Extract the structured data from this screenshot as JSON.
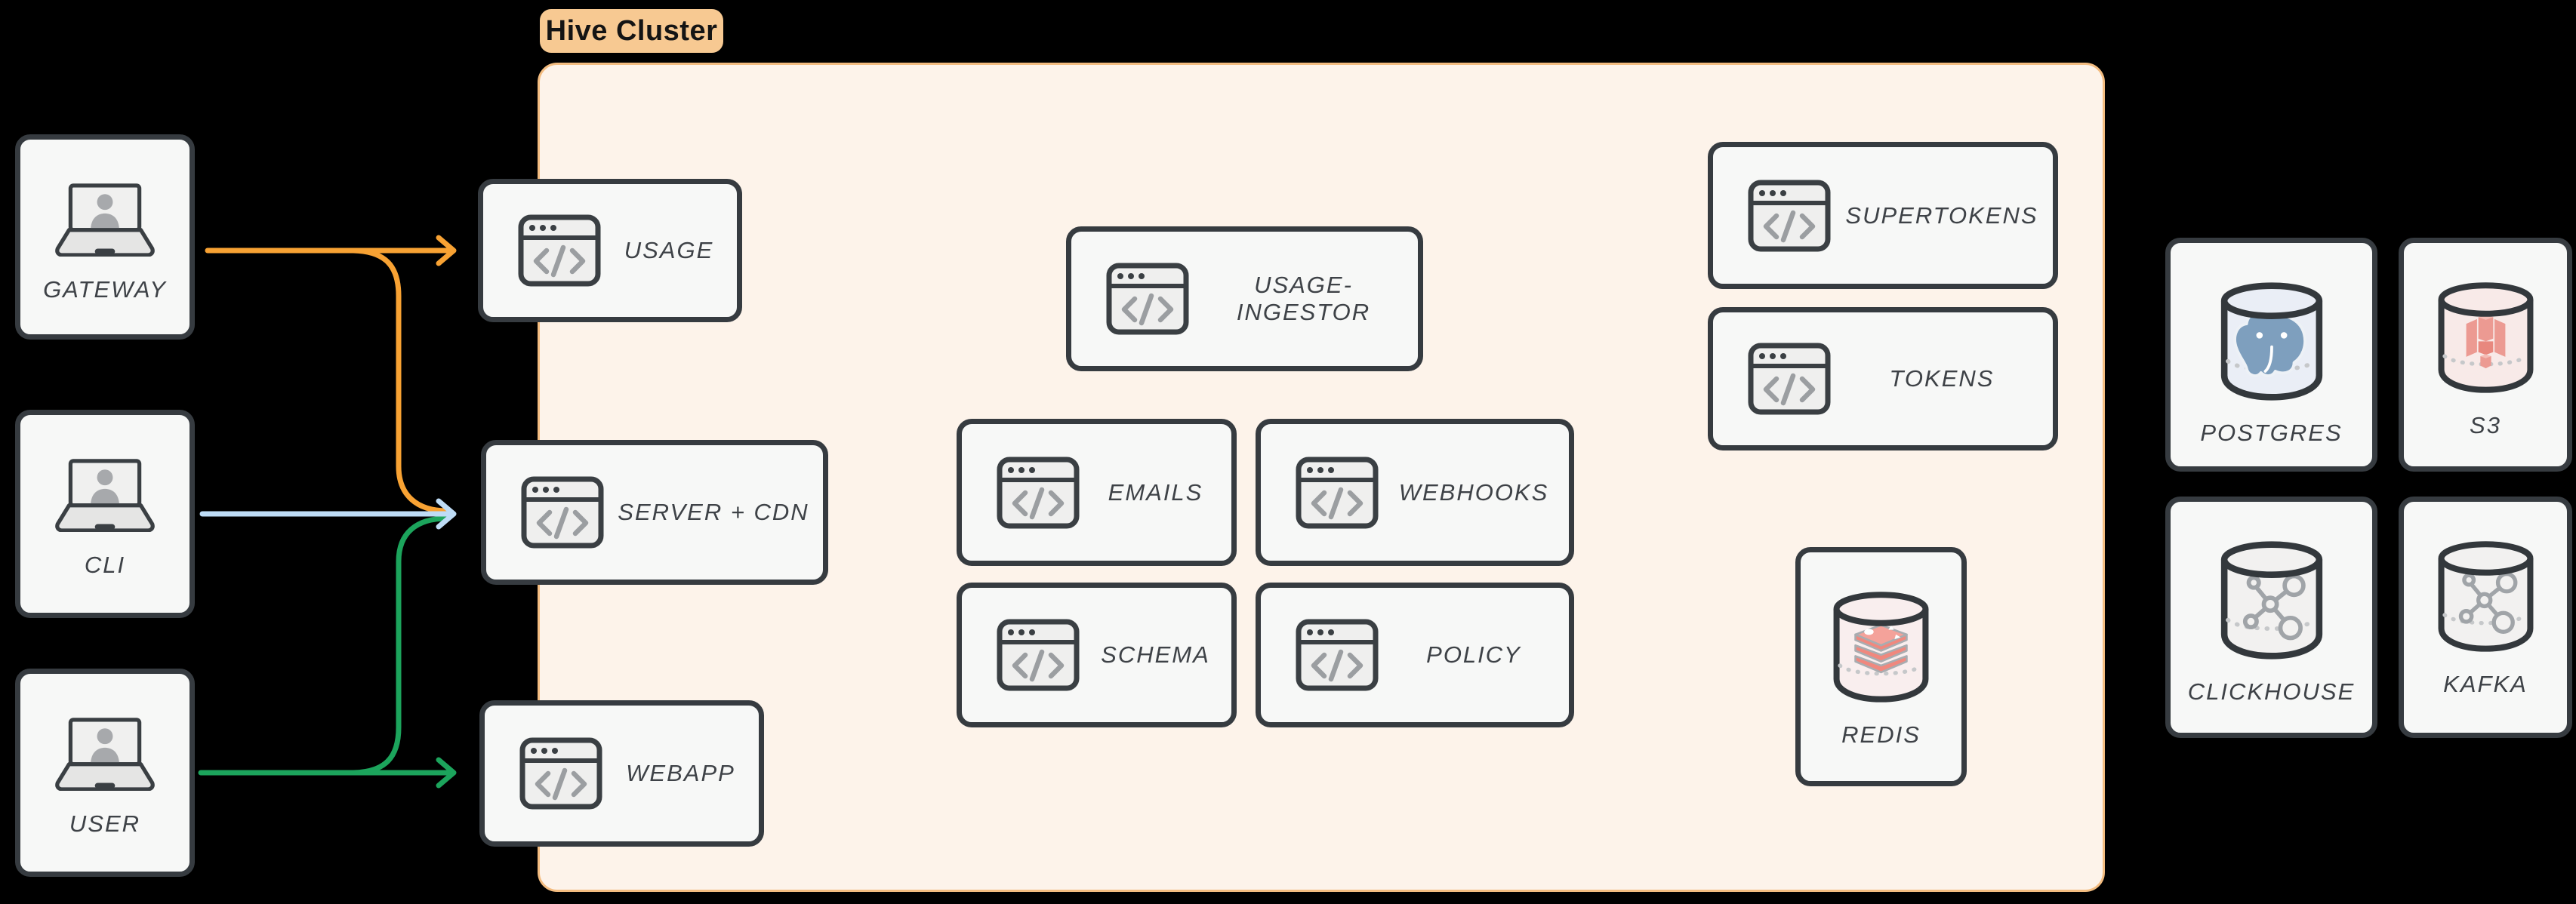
{
  "title_pill": {
    "label": "Hive Cluster",
    "bg": "#F7C992",
    "text_color": "#141414"
  },
  "cluster": {
    "bg": "#FDF3EA",
    "border": "#F3BC80"
  },
  "palette": {
    "node_border": "#363B40",
    "node_bg": "#F7F8F7",
    "label_color": "#3E4247",
    "icon_gray": "#9B9EA1",
    "canvas_bg": "#000000"
  },
  "actors": {
    "gateway": {
      "label": "GATEWAY",
      "icon": "laptop-user-icon"
    },
    "cli": {
      "label": "CLI",
      "icon": "laptop-user-icon"
    },
    "user": {
      "label": "USER",
      "icon": "laptop-user-icon"
    }
  },
  "services": {
    "usage": {
      "label": "USAGE"
    },
    "server_cdn": {
      "label": "SERVER + CDN"
    },
    "webapp": {
      "label": "WEBAPP"
    },
    "usage_ingestor": {
      "label": "USAGE-INGESTOR"
    },
    "emails": {
      "label": "EMAILS"
    },
    "webhooks": {
      "label": "WEBHOOKS"
    },
    "schema": {
      "label": "SCHEMA"
    },
    "policy": {
      "label": "POLICY"
    },
    "supertokens": {
      "label": "SUPERTOKENS"
    },
    "tokens": {
      "label": "TOKENS"
    }
  },
  "datastores": {
    "redis": {
      "label": "REDIS",
      "icon": "redis-database-icon",
      "fill": "#F9EEEE"
    },
    "postgres": {
      "label": "POSTGRES",
      "icon": "postgres-database-icon",
      "fill": "#EAEEF6"
    },
    "s3": {
      "label": "S3",
      "icon": "s3-database-icon",
      "fill": "#F8EAE8"
    },
    "clickhouse": {
      "label": "CLICKHOUSE",
      "icon": "network-database-icon",
      "fill": "#F2F1F0"
    },
    "kafka": {
      "label": "KAFKA",
      "icon": "network-database-icon",
      "fill": "#F2F1F0"
    }
  },
  "edges": [
    {
      "from": "gateway",
      "to": "usage",
      "color": "#F8A233"
    },
    {
      "from": "gateway",
      "to": "server_cdn",
      "color": "#F8A233"
    },
    {
      "from": "cli",
      "to": "server_cdn",
      "color": "#BEDCF6"
    },
    {
      "from": "user",
      "to": "webapp",
      "color": "#1CA45C"
    },
    {
      "from": "user",
      "to": "server_cdn",
      "color": "#1CA45C"
    }
  ],
  "icons": {
    "service": "code-window-icon",
    "actor": "laptop-user-icon",
    "datastore": "database-cylinder-icon"
  }
}
